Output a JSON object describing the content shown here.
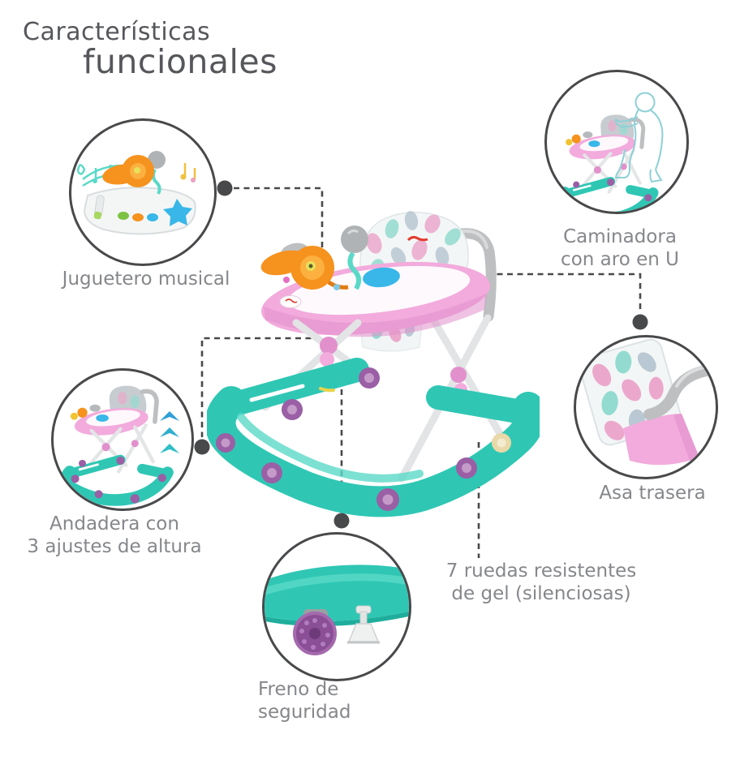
{
  "title": {
    "line1": "Características",
    "line2": "funcionales"
  },
  "callouts": {
    "juguetero": {
      "label": "Juguetero musical",
      "illustration": "musical-toy-tray"
    },
    "caminadora": {
      "line1": "Caminadora",
      "line2": "con aro en U",
      "illustration": "child-pushing-walker-outline"
    },
    "asa": {
      "label": "Asa trasera",
      "illustration": "seat-back-and-handle-closeup"
    },
    "andadera": {
      "line1": "Andadera con",
      "line2": "3 ajustes de altura",
      "illustration": "walker-with-height-arrows"
    },
    "freno": {
      "line1": "Freno de",
      "line2": "seguridad",
      "illustration": "wheel-and-brake-closeup"
    },
    "ruedas": {
      "line1": "7 ruedas resistentes",
      "line2": "de gel (silenciosas)"
    }
  },
  "product": {
    "illustration": "baby-walker-product-photo"
  },
  "colors": {
    "teal": "#2FC7B4",
    "teal-dark": "#1FAE9C",
    "teal-light": "#5BD9C8",
    "pink": "#F2ABDC",
    "pink-dark": "#E190CC",
    "purple": "#9A5FA5",
    "purple-light": "#C49AC9",
    "orange": "#F6921E",
    "orange-light": "#FBB040",
    "blue": "#38B7E8",
    "gray-tube": "#BDBFC1",
    "gray-tube-light": "#E2E4E5",
    "leaf-pink": "#EBA8CC",
    "leaf-teal": "#93DBD0",
    "leaf-gray": "#B9C8D3",
    "child-outline": "#8ED0D6",
    "arrow-blue": "#2F9FD8",
    "arrow-teal": "#2FBFC6",
    "cream": "#E9D8A8",
    "brand-red": "#E23A2E",
    "title-gray": "#56575B",
    "text-gray": "#85878A",
    "line-dark": "#48494B"
  }
}
